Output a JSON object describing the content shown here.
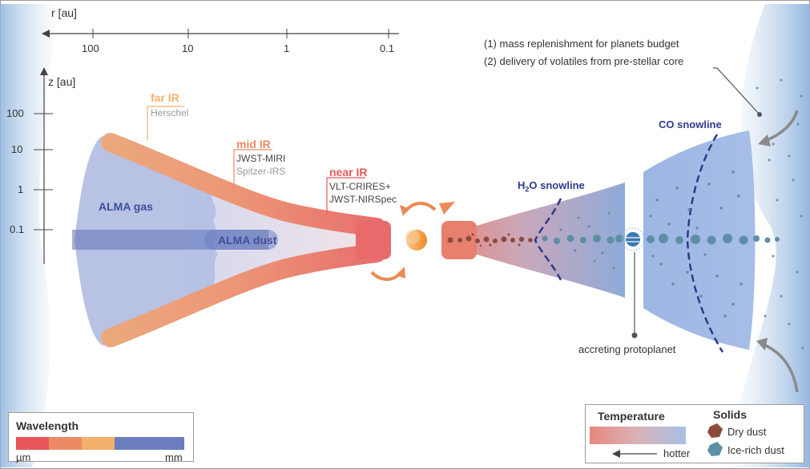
{
  "axes": {
    "r_label": "r [au]",
    "r_ticks": [
      "100",
      "10",
      "1",
      "0.1"
    ],
    "z_label": "z [au]",
    "z_ticks": [
      "100",
      "10",
      "1",
      "0.1"
    ]
  },
  "bands": {
    "far_ir": {
      "label": "far IR",
      "instruments": [
        "Herschel"
      ]
    },
    "mid_ir": {
      "label": "mid IR",
      "instruments": [
        "JWST-MIRI",
        "Spitzer-IRS"
      ]
    },
    "near_ir": {
      "label": "near IR",
      "instruments": [
        "VLT-CRIRES+",
        "JWST-NIRSpec"
      ]
    }
  },
  "alma": {
    "gas": "ALMA gas",
    "dust": "ALMA dust"
  },
  "snowlines": {
    "h2o_prefix": "H",
    "h2o_sub": "2",
    "h2o_suffix": "O snowline",
    "co": "CO snowline"
  },
  "annotations": {
    "infall_1": "(1) mass replenishment for planets budget",
    "infall_2": "(2) delivery of volatiles from pre-stellar core",
    "protoplanet": "accreting protoplanet"
  },
  "legend_wavelength": {
    "title": "Wavelength",
    "left": "µm",
    "right": "mm"
  },
  "legend_temperature": {
    "title": "Temperature",
    "arrow_label": "hotter"
  },
  "legend_solids": {
    "title": "Solids",
    "dry": "Dry dust",
    "ice": "Ice-rich dust"
  },
  "colors": {
    "near_ir": "#e8565a",
    "mid_ir": "#ec8a66",
    "far_ir": "#f2b06c",
    "mm": "#6b7dbd",
    "gas_blue": "#7b8fcf",
    "snowline_navy": "#2e3a8c",
    "dry_dust": "#8c4a3c",
    "ice_dust": "#5d8ea6"
  }
}
